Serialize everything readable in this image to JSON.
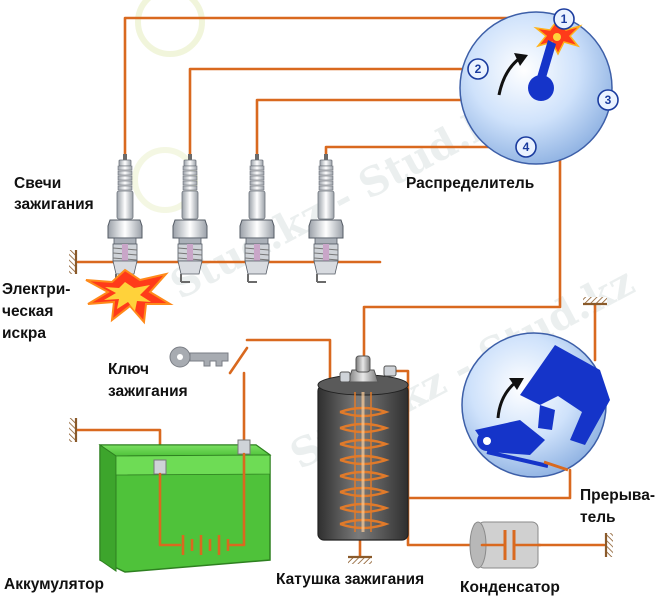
{
  "labels": {
    "spark_plugs": [
      "Свечи",
      "зажигания"
    ],
    "distributor": "Распределитель",
    "spark": [
      "Электри-",
      "ческая",
      "искра"
    ],
    "ignition_key": [
      "Ключ",
      "зажигания"
    ],
    "battery": "Аккумулятор",
    "coil": "Катушка зажигания",
    "breaker": [
      "Прерыва-",
      "тель"
    ],
    "condenser": "Конденсатор"
  },
  "terminals": [
    "1",
    "2",
    "3",
    "4"
  ],
  "watermark": "Stud.kz - Stud.kz",
  "colors": {
    "wire": "#d9691f",
    "distributor_body": "#bcd6f5",
    "rotor": "#1534c9",
    "battery": "#5fd247",
    "coil": "#4f4f4f",
    "spark": "#ff3b1a"
  },
  "icons": [
    "spark-plug-icon",
    "key-icon",
    "ground-symbol-icon",
    "spark-burst-icon",
    "rotation-arrow-icon"
  ]
}
